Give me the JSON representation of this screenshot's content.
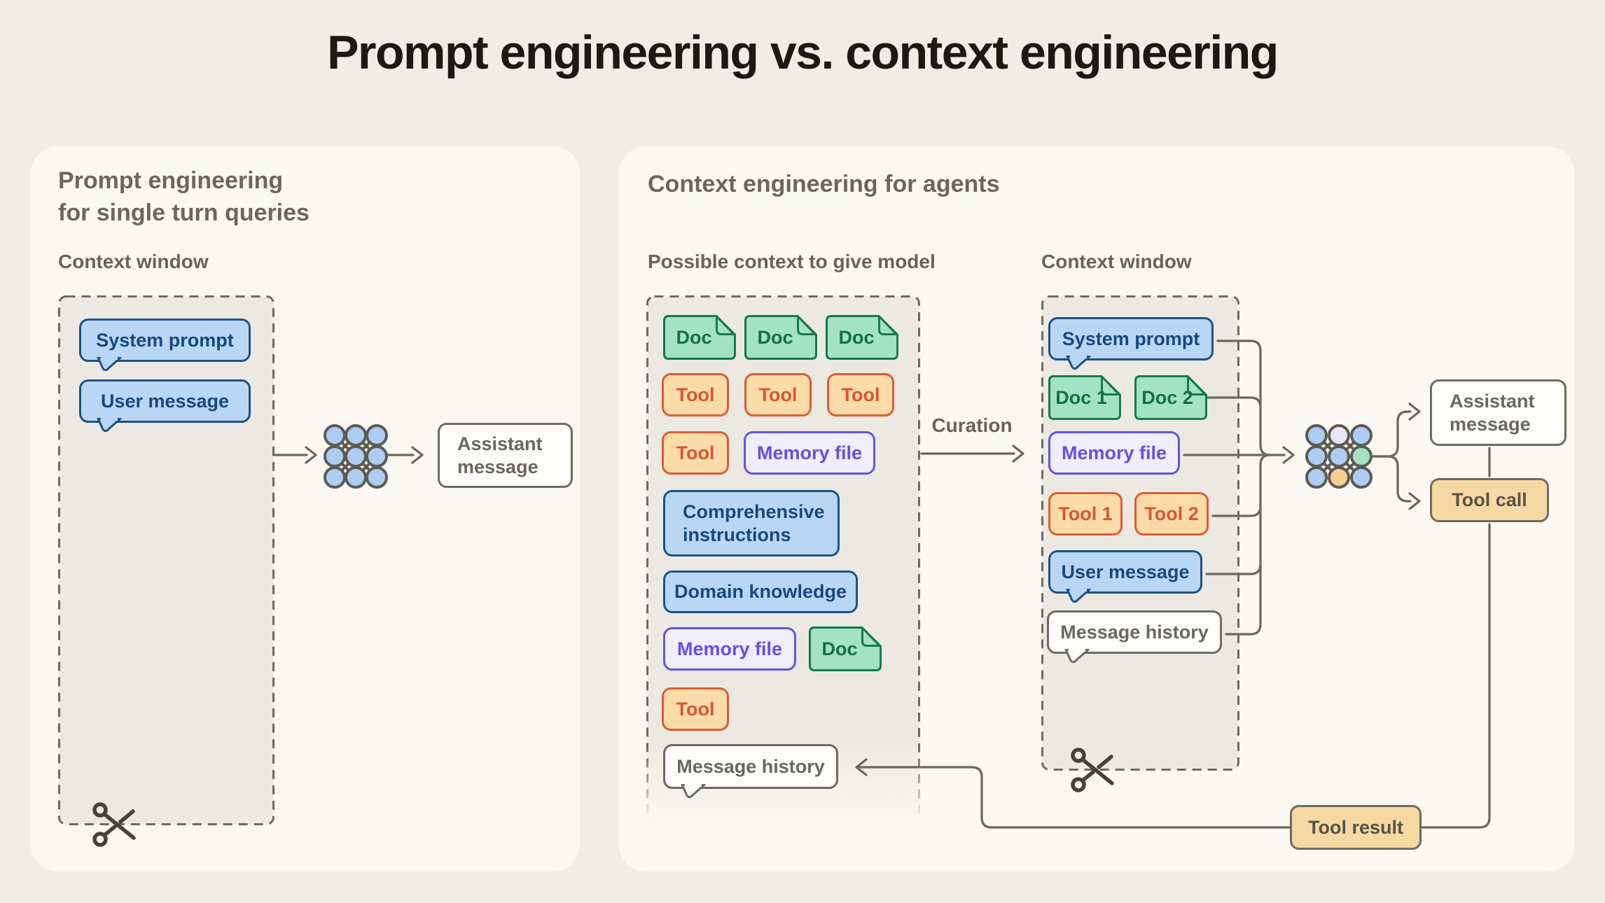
{
  "title": "Prompt engineering vs. context engineering",
  "palette": {
    "page_bg": "#F0EDE6",
    "card_bg": "#F9F8F2",
    "context_window_fill": "#ECE9E2",
    "chat_blue_fill": "#B9D7F4",
    "chat_blue_border": "#1E5187",
    "doc_green_fill": "#A3E2C4",
    "doc_green_border": "#157A52",
    "tool_orange_fill": "#FBDCA9",
    "tool_orange_border": "#DF5B33",
    "memory_purple_fill": "#F0EEFD",
    "memory_purple_border": "#6553DE",
    "output_tan_fill": "#F6D9A2",
    "neutral_border": "#6E6A60",
    "line_gray": "#6B675D"
  },
  "left_panel": {
    "heading": "Prompt engineering\nfor single turn queries",
    "context_window_label": "Context window",
    "system_prompt": "System prompt",
    "user_message": "User message",
    "assistant_message": "Assistant message",
    "icons": [
      "scissors-icon",
      "model-icon"
    ]
  },
  "right_panel": {
    "heading": "Context engineering for agents",
    "possible_context_label": "Possible context to give model",
    "context_window_label": "Context window",
    "curation_label": "Curation",
    "possible_context_items": [
      {
        "label": "Doc",
        "type": "doc"
      },
      {
        "label": "Doc",
        "type": "doc"
      },
      {
        "label": "Doc",
        "type": "doc"
      },
      {
        "label": "Tool",
        "type": "tool"
      },
      {
        "label": "Tool",
        "type": "tool"
      },
      {
        "label": "Tool",
        "type": "tool"
      },
      {
        "label": "Tool",
        "type": "tool"
      },
      {
        "label": "Memory file",
        "type": "memory"
      },
      {
        "label": "Comprehensive instructions",
        "type": "chat"
      },
      {
        "label": "Domain knowledge",
        "type": "chat"
      },
      {
        "label": "Memory file",
        "type": "memory"
      },
      {
        "label": "Doc",
        "type": "doc"
      },
      {
        "label": "Tool",
        "type": "tool"
      },
      {
        "label": "Message history",
        "type": "history"
      }
    ],
    "context_window_items": [
      {
        "label": "System prompt",
        "type": "chat"
      },
      {
        "label": "Doc 1",
        "type": "doc"
      },
      {
        "label": "Doc 2",
        "type": "doc"
      },
      {
        "label": "Memory file",
        "type": "memory"
      },
      {
        "label": "Tool 1",
        "type": "tool"
      },
      {
        "label": "Tool 2",
        "type": "tool"
      },
      {
        "label": "User message",
        "type": "chat"
      },
      {
        "label": "Message history",
        "type": "history"
      }
    ],
    "assistant_message": "Assistant message",
    "tool_call": "Tool call",
    "tool_result": "Tool result",
    "icons": [
      "scissors-icon",
      "model-icon"
    ]
  }
}
